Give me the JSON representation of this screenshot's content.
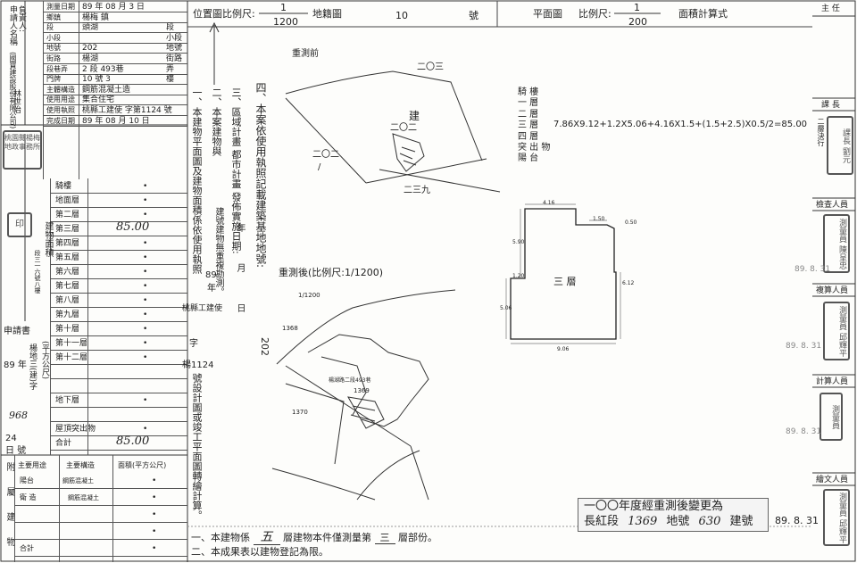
{
  "left_panel": {
    "applicant_vertical": "申請人名稱",
    "responsible_vertical": "負責人:",
    "company_vertical": "(國寶建設股份有限公司)",
    "person_vertical": "林世治",
    "rows": [
      {
        "label": "測量日期",
        "value": "89 年 08 月 3 日"
      },
      {
        "label": "鄉鎮",
        "value": "楊梅 鎮"
      },
      {
        "label": "段",
        "value": "頭湖",
        "unit": "段"
      },
      {
        "label": "小段",
        "value": "",
        "unit": "小段"
      },
      {
        "label": "地號",
        "value": "202",
        "unit": "地號"
      },
      {
        "label": "街路",
        "value": "楊湖",
        "unit": "街路"
      },
      {
        "label": "段巷弄",
        "value": "2 段 493巷",
        "unit": "弄"
      },
      {
        "label": "門牌",
        "value": "10 號 3",
        "unit": "樓"
      },
      {
        "label": "主體構造",
        "value": "鋼筋混凝土造"
      },
      {
        "label": "使用用途",
        "value": "集合住宅"
      },
      {
        "label": "使用執照",
        "value": "桃縣工建使 字第1124 號"
      },
      {
        "label": "完成日期",
        "value": "89 年 08 月 10 日"
      }
    ],
    "floors_label": "建物面積",
    "floors": [
      {
        "name": "騎樓",
        "area": "•"
      },
      {
        "name": "地面層",
        "area": "•"
      },
      {
        "name": "第二層",
        "area": "•"
      },
      {
        "name": "第三層",
        "area": "85.00"
      },
      {
        "name": "第四層",
        "area": "•"
      },
      {
        "name": "第五層",
        "area": "•"
      },
      {
        "name": "第六層",
        "area": "•"
      },
      {
        "name": "第七層",
        "area": "•"
      },
      {
        "name": "第八層",
        "area": "•"
      },
      {
        "name": "第九層",
        "area": "•"
      },
      {
        "name": "第十層",
        "area": "•"
      },
      {
        "name": "第十一層",
        "area": "•"
      },
      {
        "name": "第十二層",
        "area": "•"
      },
      {
        "name": "",
        "area": ""
      },
      {
        "name": "",
        "area": ""
      },
      {
        "name": "地下層",
        "area": "•"
      },
      {
        "name": "",
        "area": ""
      },
      {
        "name": "屋頂突出物",
        "area": "•"
      },
      {
        "name": "合計",
        "area": "85.00"
      }
    ],
    "unit_vertical": "(平方公尺)",
    "applicant_label": "申請書",
    "doc_no": "楊地三(建)字",
    "doc_year": "89 年",
    "doc_num": "968",
    "doc_day": "24",
    "doc_suffix": "日 號",
    "plot_note": "段三一六號八樓",
    "appendix": {
      "label": "附屬建物",
      "header": [
        "主要用途",
        "主要構造",
        "面積(平方公尺)"
      ],
      "rows": [
        {
          "use": "陽台",
          "structure": "鋼筋混凝土",
          "area": "•"
        },
        {
          "use": "",
          "structure": "",
          "area": "•"
        },
        {
          "use": "",
          "structure": "",
          "area": "•"
        },
        {
          "use": "",
          "structure": "",
          "area": "•"
        },
        {
          "use": "合計",
          "structure": "",
          "area": "•"
        }
      ],
      "struct_row2": "鋼筋混凝土"
    }
  },
  "header": {
    "location_scale_label": "位置圖比例尺:",
    "location_scale_num": "1",
    "location_scale_den": "1200",
    "cadastral_label": "地籍圖",
    "cadastral_no": "10",
    "cadastral_suffix": "號",
    "plan_label": "平面圖",
    "plan_scale_label": "比例尺:",
    "plan_scale_num": "1",
    "plan_scale_den": "200",
    "area_calc_label": "面積計算式"
  },
  "notes_vertical": [
    "一、本建物平面圖及建物面積係依使用執照",
    "二、本案建物與",
    "三、區域計畫 都市計畫 發佈實施日期:",
    "四、本案依使用執照記載建築基地地號:"
  ],
  "notes_extra": {
    "note1_year": "89",
    "note1_year_suffix": "年",
    "note1_permit": "桃縣工建使",
    "note1_zi": "字",
    "note1_num": "楊1124",
    "note1_tail": "號設計圖或竣工平面圖轉繪計算。",
    "note2_tail": "建號建物無重複勘測。",
    "note3_month": "年 月 日",
    "note4_lot": "202"
  },
  "location_map": {
    "title": "重測前",
    "lots": [
      "二〇三",
      "二〇二",
      "二〇二",
      "二三九"
    ],
    "building_char": "建",
    "slash": "/"
  },
  "after_map": {
    "title": "重測後(比例尺:1/1200)",
    "scale": "1/1200",
    "lots": [
      "1368",
      "1369",
      "1370"
    ],
    "building_label": "楊湖路二段493巷"
  },
  "area_formula": {
    "rows": [
      "騎 樓",
      "一 層",
      "二 層",
      "三 層",
      "四 層",
      "突 出 物",
      "陽 台"
    ],
    "formula": "7.86X9.12+1.2X5.06+4.16X1.5+(1.5+2.5)X0.5/2=85.00"
  },
  "floor_plan": {
    "dims": [
      "4.16",
      "1.50",
      "0.50",
      "5.90",
      "1.20",
      "6.12",
      "5.06",
      "9.06"
    ],
    "label": "三 層"
  },
  "bottom_notes": {
    "note1_pre": "一、本建物係",
    "note1_floors": "五",
    "note1_mid": "層建物本件僅測量第",
    "note1_floor": "三",
    "note1_post": "層部份。",
    "note2": "二、本成果表以建物登記為限。"
  },
  "change_stamp": {
    "line1": "一〇〇年度經重測後變更為",
    "line2_a": "長紅段",
    "line2_lot": "1369",
    "line2_b": "地號",
    "line2_no": "630",
    "line2_c": "建號"
  },
  "right_col": {
    "sections": [
      "主 任",
      "課 長",
      "檢查人員",
      "複算人員",
      "計算人員",
      "繪文人員"
    ],
    "chief_note": "二層決行",
    "dates": [
      "89. 8. 31",
      "89. 8. 31",
      "89. 8. 31",
      "89. 8. 31"
    ],
    "seals": [
      "課長 劉元",
      "測量員 陳呈忠",
      "測量員 邱輝平",
      "測量員",
      "測量員 邱輝平"
    ]
  },
  "left_seals": [
    "桃園縣楊梅地政事務所",
    "印"
  ]
}
